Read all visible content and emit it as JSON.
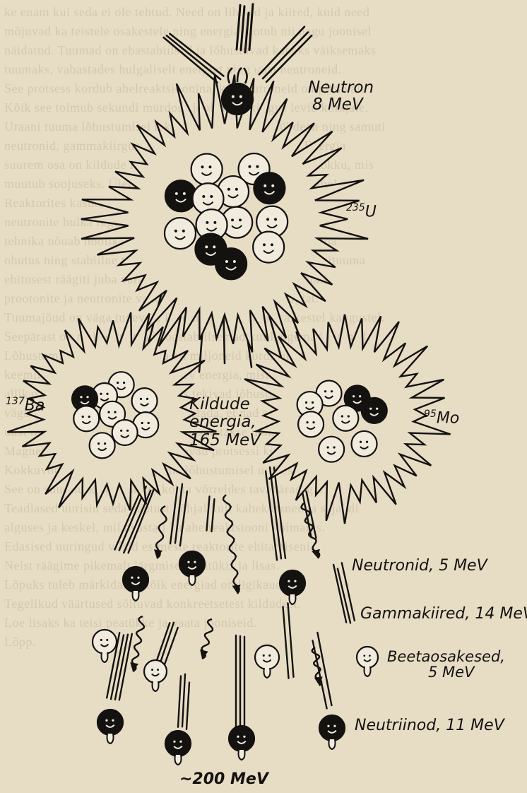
{
  "labels": {
    "neutron": {
      "line1": "Neutron",
      "line2": "8 MeV"
    },
    "uranium": {
      "mass": "235",
      "symbol": "U"
    },
    "barium": {
      "mass": "137",
      "symbol": "Ba"
    },
    "molybdenum": {
      "mass": "95",
      "symbol": "Mo"
    },
    "source_energy": {
      "line1": "Kildude",
      "line2": "energia,",
      "line3": "165 MeV"
    },
    "neutrons_out": "Neutronid, 5 MeV",
    "gamma": "Gammakiired, 14 MeV",
    "beta": {
      "line1": "Beetaosakesed,",
      "line2": "5 MeV"
    },
    "neutrinos": "Neutriinod, 11 MeV",
    "total": "~200 MeV"
  },
  "background_text": "ke enam kui seda ei ole tehtud. Need on lihtsad ja kiired, kuid need\nmõjuvad ka teistele osakestele ning energia jaotub nii nagu joonisel\nnäidatud. Tuumad on ebastabiilsed ja lõhustuvad kaheks väiksemaks\ntuumaks, vabastades hulgaliselt energiat ning uusi neutroneid.\nSee protsess kordub ahelreaktsioonina, kui neutroneid on piisavalt.\nKõik see toimub sekundi murdosa jooksul ja kiirgus levib kõikjale.\nUraani tuuma lõhustumisel tekivad baarium ja molübdeen ning samuti\nneutronid, gammakiirgus, beetaosakesed ja neutriinod. Energia\nsuurem osa on kildude liikumisenergia, umbes 165 MeV kokku, mis\nmuutub soojuseks. Ülejäänud energia jaguneb kiirguste vahel.\nReaktorites kasutatakse seda soojust elektri tootmiseks ning\nneutronite hulka reguleeritakse kontrollvarraste abil. Selline\ntehnika nõuab hoolikat arvestust ja täpset juhtimist, et tagada\nohutus ning stabiilne töö kogu reaktori tööaja vältel. Aatomituuma\nehitusest räägiti juba varasemates peatükkides, kus selgitati\nprootonite ja neutronite vahelisi jõude ning seoseenergiat.\nTuumajõud on väga tugevad, kuid mõjuvad ainult väikestel kaugustel.\nSeepärast on rasked tuumad ebastabiilsemad kui kergemad tuumad.\nLõhustumisel vabanev energia on miljoneid kordi suurem kui\nkeemilistes reaktsioonides vabanev energia, mistõttu on see\nallikas nii võimas. Neutronid, mis tekivad lõhustumisel, liiguvad\nväga kiiresti ning need tuleb aeglustada, et nad saaksid\nuusi tuumasid lõhustada. Selleks kasutatakse moderaatorit.\nMagnetväli ja temperatuur mõjutavad protsessi kulgu vähe.\nKokkuvõttes vabaneb ühe tuuma lõhustumisel umbes 200 MeV energiat.\nSee on suur hulk ühe aatomi kohta võrreldes tavapärasega.\nTeadlased uurisid seda nähtust põhjalikult kahekümnenda sajandi\nalguses ja keskel, mil avastati ka ahelreaktsiooni võimalus.\nEdasised uuringud viisid esimeste reaktorite ehitamiseni.\nNeist räägime pikemalt järgmises peatükis ja lisas.\nLõpuks tuleb märkida, et kõik energiad on ligikaudsed.\nTegelikud väärtused sõltuvad konkreetsetest kildudest.\nLoe lisaks ka teisi peatükke ja vaata jooniseid.\nLõpp.",
  "colors": {
    "paper": "#e7ddc4",
    "ink": "#141210",
    "face_light": "#f1ebde"
  }
}
